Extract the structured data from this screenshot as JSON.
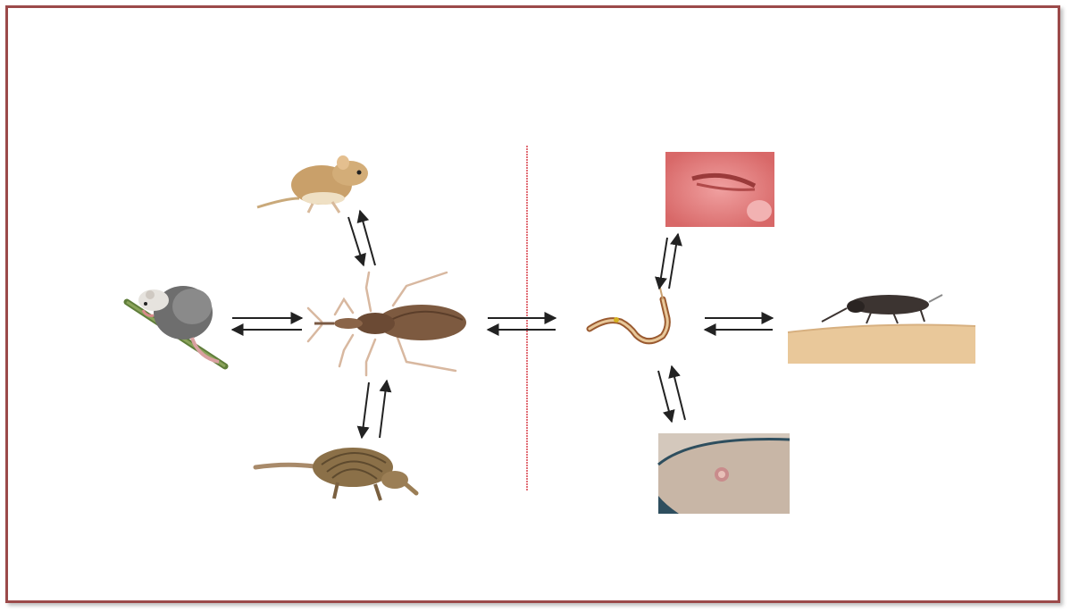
{
  "figure": {
    "frame_color": "#9b4a4a",
    "divider_color": "#d9414b",
    "arrow_color": "#222222",
    "panels": {
      "left_cycle": {
        "center": "kissing-bug",
        "hosts": [
          "rodent",
          "opossum",
          "armadillo"
        ]
      },
      "right_cycle": {
        "center": "trypanosome",
        "links": [
          "eye-swelling-photo",
          "insect-feeding-photo",
          "skin-lesion-photo"
        ]
      }
    }
  }
}
